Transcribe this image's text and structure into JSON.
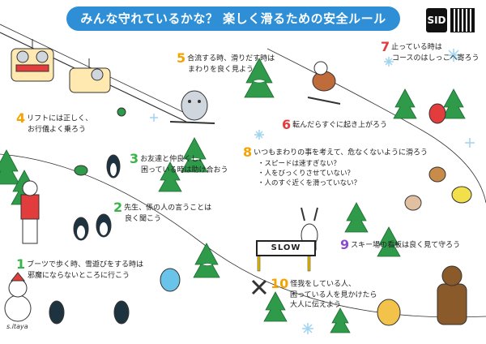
{
  "header": {
    "title": "みんな守れているかな？ 楽しく滑るための安全ルール",
    "logo": "SID"
  },
  "rules": [
    {
      "num": "1",
      "lines": [
        "ブーツで歩く時、雪遊びをする時は",
        "邪魔にならないところに行こう"
      ]
    },
    {
      "num": "2",
      "lines": [
        "先生、係の人の言うことは",
        "良く聞こう"
      ]
    },
    {
      "num": "3",
      "lines": [
        "お友達と仲良くし、",
        "困っている時は助け合おう"
      ]
    },
    {
      "num": "4",
      "lines": [
        "リフトには正しく、",
        "お行儀よく乗ろう"
      ]
    },
    {
      "num": "5",
      "lines": [
        "合流する時、滑りだす時は",
        "まわりを良く見よう"
      ]
    },
    {
      "num": "6",
      "lines": [
        "転んだらすぐに起き上がろう"
      ]
    },
    {
      "num": "7",
      "lines": [
        "止っている時は",
        "コースのはしっこへ寄ろう"
      ]
    },
    {
      "num": "8",
      "lines": [
        "いつもまわりの事を考えて、危なくないように滑ろう"
      ],
      "bullets": [
        "・スピードは速すぎない？",
        "・人をびっくりさせていない？",
        "・人のすぐ近くを滑っていない？"
      ]
    },
    {
      "num": "9",
      "lines": [
        "スキー場の看板は良く見て守ろう"
      ]
    },
    {
      "num": "10",
      "lines": [
        "怪我をしている人、",
        "困っている人を見かけたら",
        "大人に伝えよう"
      ]
    }
  ],
  "sign_text": "SLOW",
  "signature": "s.itaya",
  "colors": {
    "banner": "#2f8fd6",
    "tree": "#2e9a4a",
    "snowflake": "#9fd4f0"
  }
}
